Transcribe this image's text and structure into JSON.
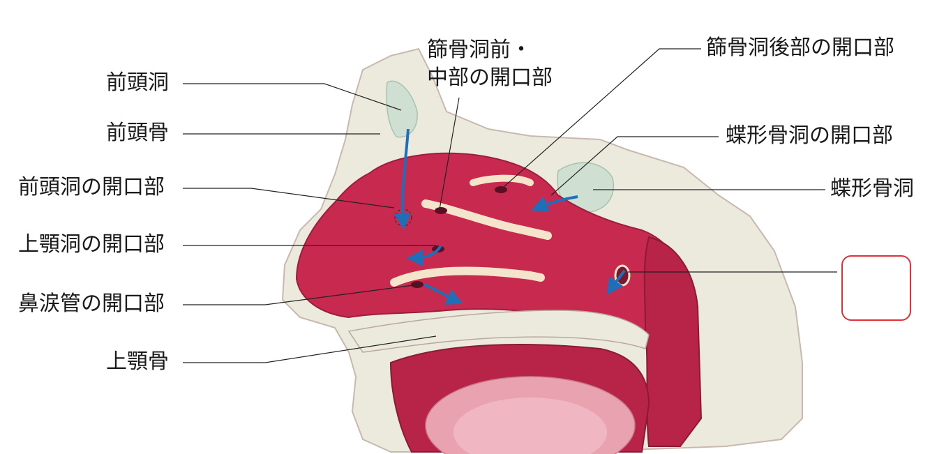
{
  "labels": {
    "frontal_sinus": "前頭洞",
    "frontal_bone": "前頭骨",
    "frontal_sinus_opening": "前頭洞の開口部",
    "maxillary_sinus_opening": "上顎洞の開口部",
    "nasolacrimal_opening": "鼻涙管の開口部",
    "maxilla": "上顎骨",
    "ethmoid_ant_mid_opening_line1": "篩骨洞前・",
    "ethmoid_ant_mid_opening_line2": "中部の開口部",
    "ethmoid_post_opening": "篩骨洞後部の開口部",
    "sphenoid_opening": "蝶形骨洞の開口部",
    "sphenoid_sinus": "蝶形骨洞"
  },
  "answer_box": "",
  "colors": {
    "mucosa": "#c8294f",
    "mucosa_dark": "#9e1d3c",
    "bone": "#ece9dd",
    "sinus": "#cfe0d3",
    "arrow": "#1f6fb8",
    "leader_line": "#222222",
    "answer_border": "#e0303a"
  }
}
